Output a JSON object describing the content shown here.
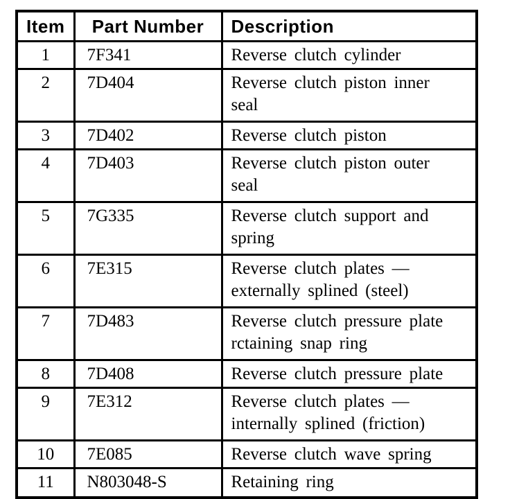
{
  "colors": {
    "text": "#000000",
    "background": "#ffffff",
    "border": "#000000"
  },
  "table": {
    "headers": [
      "Item",
      "Part Number",
      "Description"
    ],
    "rows": [
      {
        "item": "1",
        "part_number": "7F341",
        "description": "Reverse clutch cylinder"
      },
      {
        "item": "2",
        "part_number": "7D404",
        "description": "Reverse clutch piston inner\nseal"
      },
      {
        "item": "3",
        "part_number": "7D402",
        "description": "Reverse clutch piston"
      },
      {
        "item": "4",
        "part_number": "7D403",
        "description": "Reverse clutch piston outer\nseal"
      },
      {
        "item": "5",
        "part_number": "7G335",
        "description": "Reverse clutch support and\nspring"
      },
      {
        "item": "6",
        "part_number": "7E315",
        "description": "Reverse clutch plates —\nexternally splined (steel)"
      },
      {
        "item": "7",
        "part_number": "7D483",
        "description": "Reverse clutch pressure plate\nrctaining snap ring"
      },
      {
        "item": "8",
        "part_number": "7D408",
        "description": "Reverse clutch pressure plate"
      },
      {
        "item": "9",
        "part_number": "7E312",
        "description": "Reverse clutch plates —\ninternally splined (friction)"
      },
      {
        "item": "10",
        "part_number": "7E085",
        "description": "Reverse clutch wave spring"
      },
      {
        "item": "11",
        "part_number": "N803048-S",
        "description": "Retaining ring"
      }
    ]
  }
}
